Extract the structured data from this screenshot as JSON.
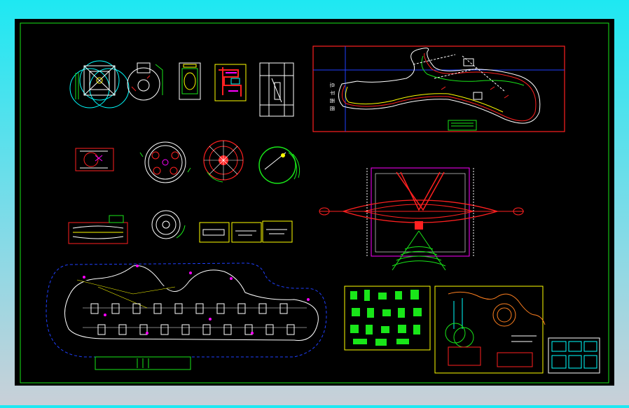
{
  "title": "",
  "colors": {
    "background_top": "#1ee8f2",
    "background_bottom": "#c9d0d8",
    "sheet": "#000000",
    "frame": "#19e619",
    "red": "#ff2020",
    "cyan": "#00ffff",
    "yellow": "#ffff00",
    "magenta": "#ff00ff",
    "green": "#00ff00",
    "white": "#ffffff",
    "blue": "#2040ff"
  },
  "drawing_sheet": {
    "name": "theme-park-attractions-layout",
    "groups": [
      "row1-equipment-plans",
      "row2-circular-rides",
      "row3-small-plans",
      "roller-coaster-track-plan",
      "viking-ship-ride-plan",
      "kiddie-train-track-plan",
      "component-detail-sheet",
      "site-detail-sheet",
      "title-block-sheet"
    ]
  }
}
